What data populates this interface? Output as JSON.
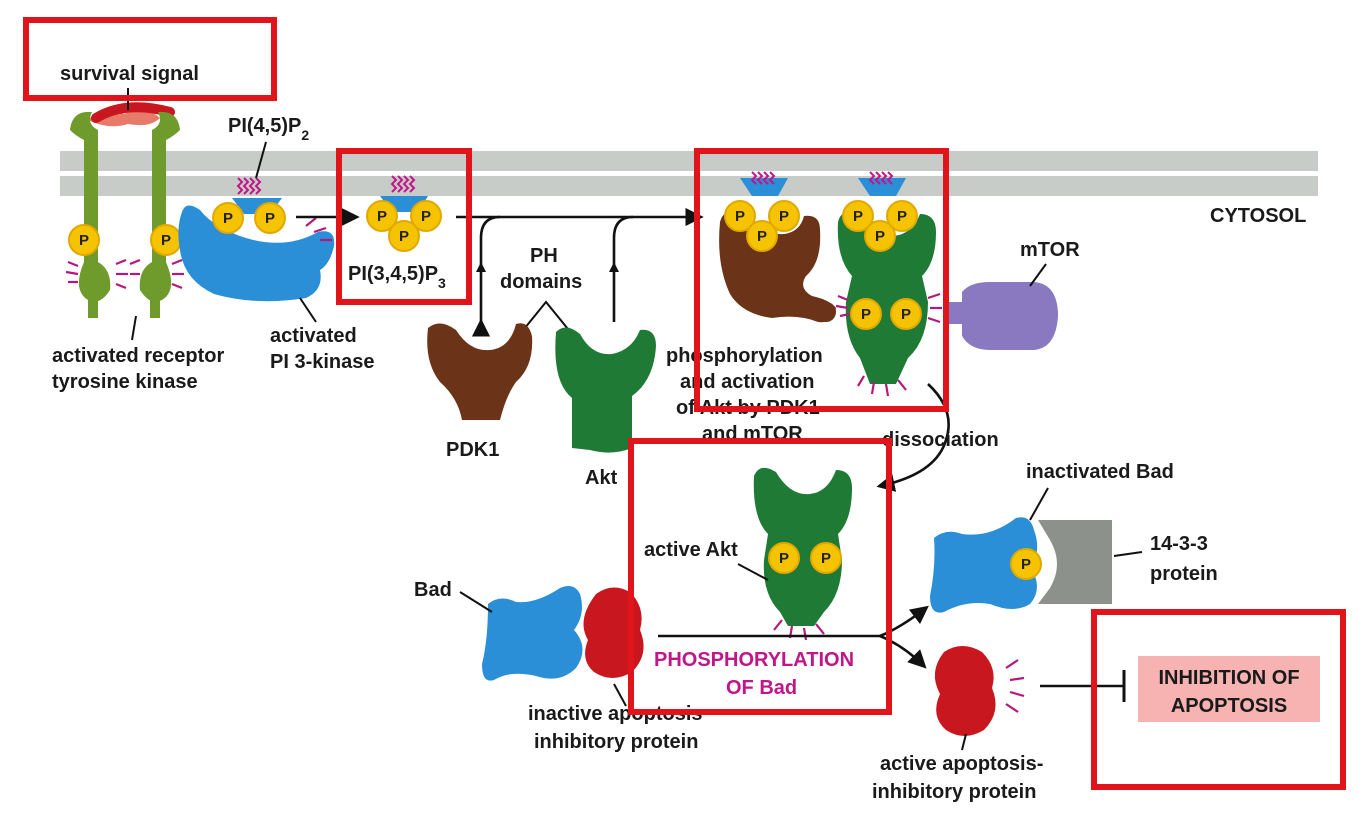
{
  "labels": {
    "survival_signal": "survival signal",
    "pi45p2": "PI(4,5)P",
    "pi45p2_sub": "2",
    "pi345p3": "PI(3,4,5)P",
    "pi345p3_sub": "3",
    "cytosol": "CYTOSOL",
    "ph_domains_1": "PH",
    "ph_domains_2": "domains",
    "mtor": "mTOR",
    "activated_receptor_1": "activated receptor",
    "activated_receptor_2": "tyrosine kinase",
    "activated_pi3k_1": "activated",
    "activated_pi3k_2": "PI 3-kinase",
    "pdk1": "PDK1",
    "akt": "Akt",
    "phospho_1": "phosphorylation",
    "phospho_2": "and activation",
    "phospho_3": "of Akt by PDK1",
    "phospho_4": "and mTOR",
    "dissociation": "dissociation",
    "inactivated_bad": "inactivated Bad",
    "protein_1433_1": "14-3-3",
    "protein_1433_2": "protein",
    "active_akt": "active Akt",
    "bad": "Bad",
    "phos_bad_1": "PHOSPHORYLATION",
    "phos_bad_2": "OF Bad",
    "inactive_inhib_1": "inactive apoptosis",
    "inactive_inhib_2": "inhibitory protein",
    "active_inhib_1": "active apoptosis-",
    "active_inhib_2": "inhibitory protein",
    "inhibition_1": "INHIBITION OF",
    "inhibition_2": "APOPTOSIS",
    "phosphate": "P"
  },
  "colors": {
    "highlight_box": "#e0141a",
    "membrane": "#c8ccc8",
    "receptor": "#6f9a2c",
    "pi3k": "#2a8fd6",
    "pdk1": "#6b3318",
    "akt": "#1f7a35",
    "mtor": "#8a79c0",
    "bad": "#2a8fd6",
    "inhibitor": "#c8171e",
    "protein_1433": "#8c918c",
    "phosphate": "#f5c300",
    "pink_text": "#c0168a",
    "inhibition_box": "#f7b2b2"
  }
}
